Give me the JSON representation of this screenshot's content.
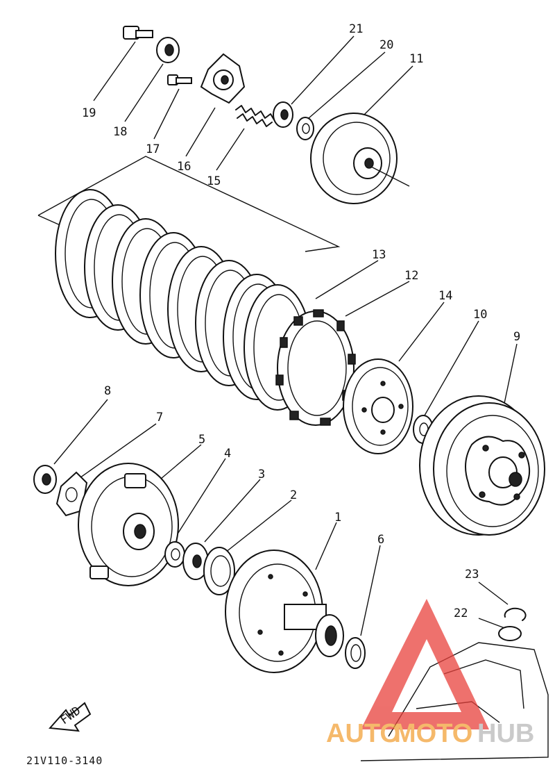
{
  "diagram": {
    "callouts": {
      "p1": "1",
      "p2": "2",
      "p3": "3",
      "p4": "4",
      "p5": "5",
      "p6": "6",
      "p7": "7",
      "p8": "8",
      "p9": "9",
      "p10": "10",
      "p11": "11",
      "p12": "12",
      "p13": "13",
      "p14": "14",
      "p15": "15",
      "p16": "16",
      "p17": "17",
      "p18": "18",
      "p19": "19",
      "p20": "20",
      "p21": "21",
      "p22": "22",
      "p23": "23"
    },
    "fwd_label": "FWD",
    "drawing_code": "21V110-3140"
  },
  "watermark": {
    "left": "AUTO",
    "middle": "MOTO",
    "right": "HUB",
    "color_red": "#e8413c",
    "color_orange": "#f2a23a",
    "color_grey": "#b9b9b9"
  }
}
